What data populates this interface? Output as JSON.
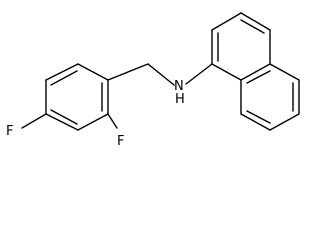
{
  "structure": {
    "atoms": {
      "amine_n": "N",
      "amine_h": "H",
      "fluorine_para": "F",
      "fluorine_ortho": "F"
    },
    "colors": {
      "bond": "#000000",
      "label": "#000000",
      "background": "#ffffff"
    }
  }
}
